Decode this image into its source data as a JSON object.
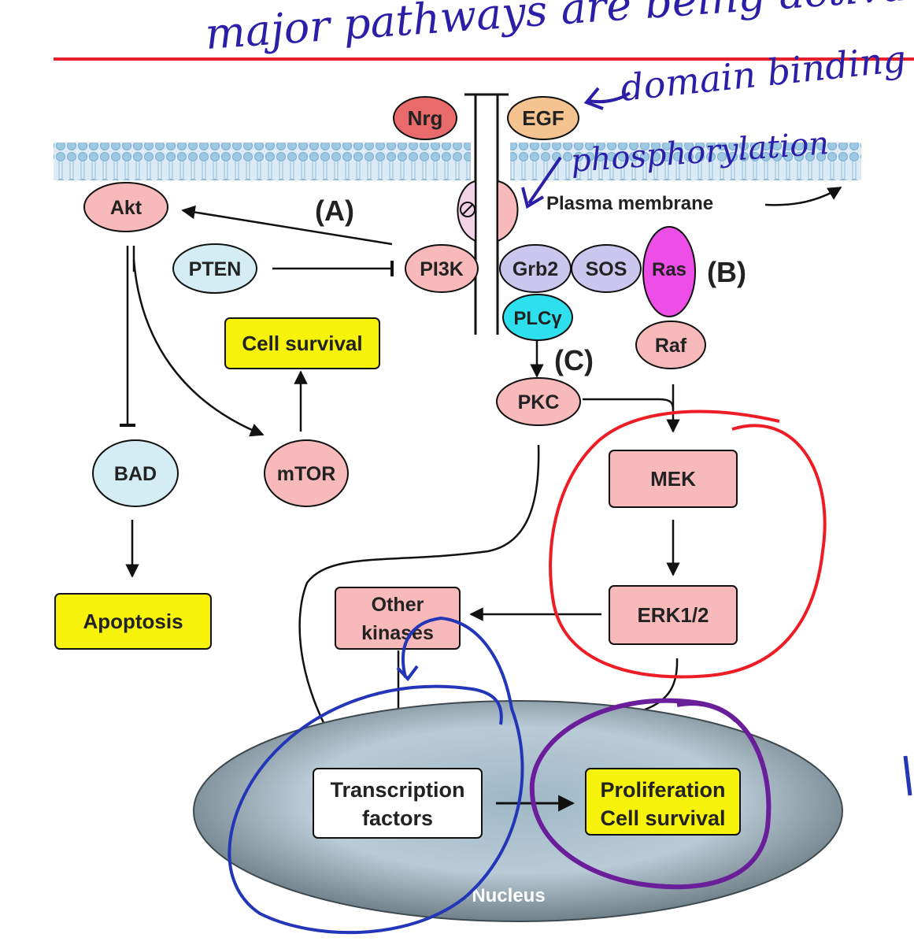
{
  "handwritten": {
    "title_note": "major pathways are being activating",
    "domain_note": "domain binding",
    "phospho_note": "phosphorylation"
  },
  "membrane": {
    "label": "Plasma membrane"
  },
  "ligands": {
    "nrg": "Nrg",
    "egf": "EGF"
  },
  "pathway_labels": {
    "a": "(A)",
    "b": "(B)",
    "c": "(C)"
  },
  "proteins": {
    "akt": "Akt",
    "pten": "PTEN",
    "pi3k": "PI3K",
    "grb2": "Grb2",
    "sos": "SOS",
    "ras": "Ras",
    "plc": "PLCγ",
    "raf": "Raf",
    "pkc": "PKC",
    "bad": "BAD",
    "mtor": "mTOR"
  },
  "boxes": {
    "cell_survival": "Cell survival",
    "apoptosis": "Apoptosis",
    "mek": "MEK",
    "erk": "ERK1/2",
    "other_kinases_line1": "Other",
    "other_kinases_line2": "kinases",
    "tf_line1": "Transcription",
    "tf_line2": "factors",
    "prolif_line1": "Proliferation",
    "prolif_line2": "Cell survival"
  },
  "nucleus": {
    "label": "Nucleus"
  },
  "colors": {
    "red_line": "#e8202a",
    "annotation_red": "#ee1c25",
    "annotation_blue": "#2336b8",
    "annotation_purple": "#6a1e9a",
    "handwriting": "#2b1fa8",
    "protein_pink": "#f7b9b9",
    "protein_lightblue": "#d4edf4",
    "protein_lavender": "#cbc6ee",
    "ras_magenta": "#ee4ee8",
    "plc_cyan": "#2ee0ee",
    "nrg_red": "#e96a6a",
    "egf_orange": "#f4c390",
    "yellow_box": "#f7f20a",
    "membrane_blue": "#bcd8ea"
  }
}
